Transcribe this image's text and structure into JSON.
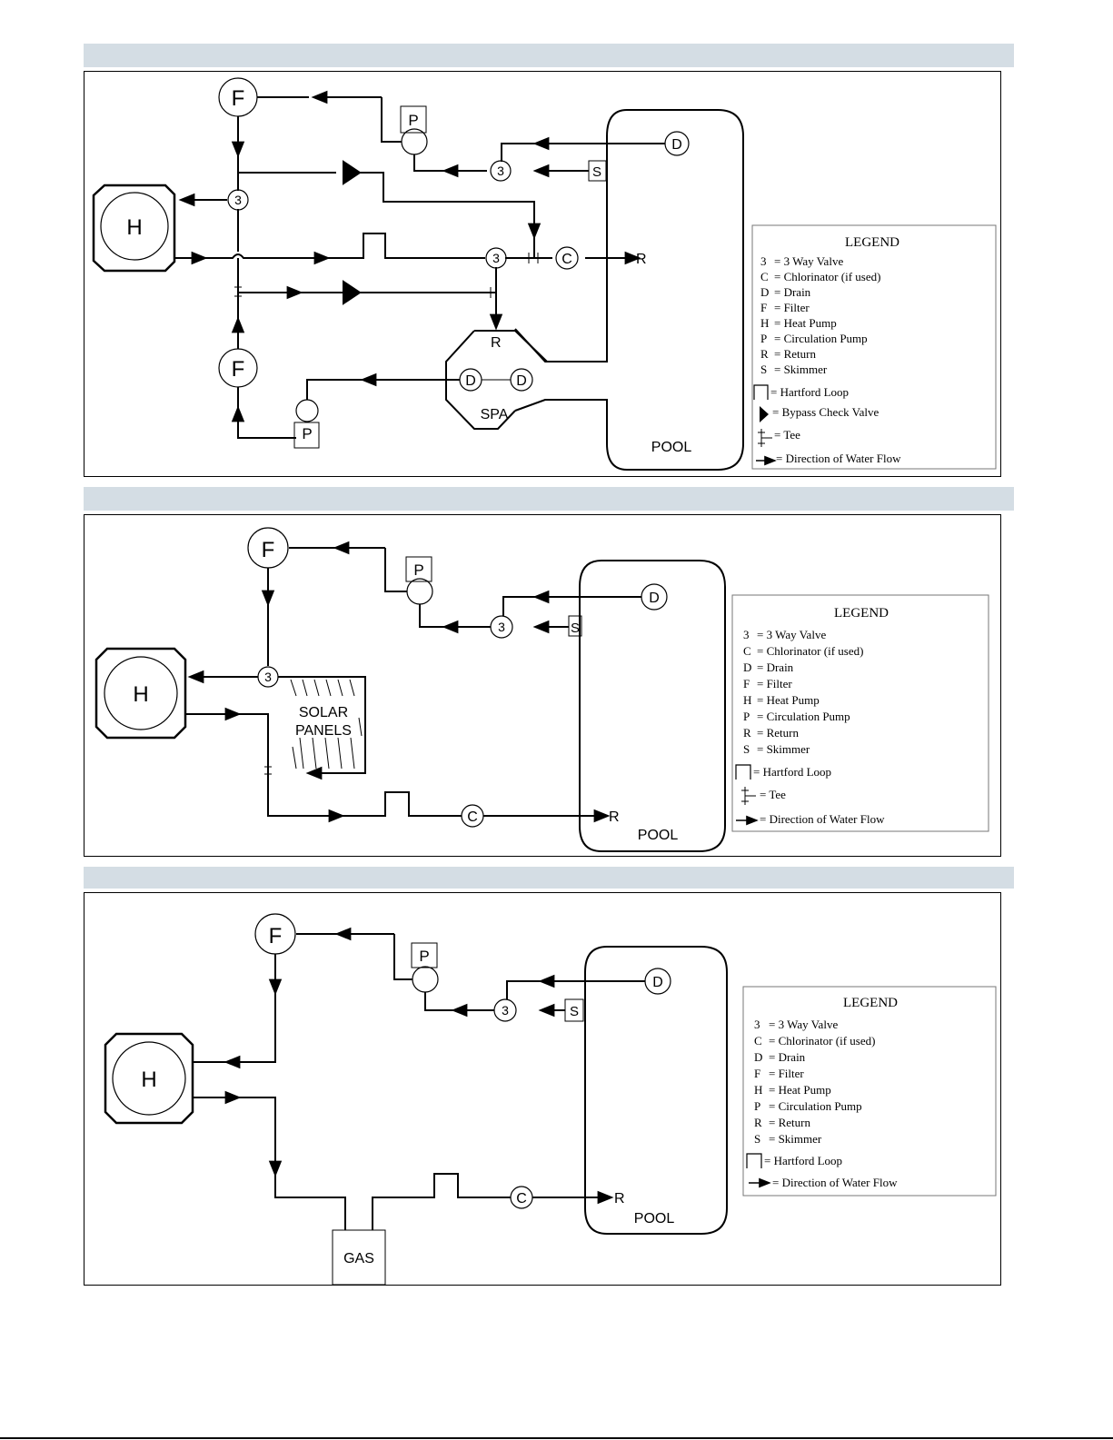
{
  "labels": {
    "filter": "F",
    "pump": "P",
    "heat": "H",
    "valve": "3",
    "drain": "D",
    "skimmer": "S",
    "chlor": "C",
    "ret": "R",
    "pool": "POOL",
    "spa": "SPA",
    "solar1": "SOLAR",
    "solar2": "PANELS",
    "gas": "GAS"
  },
  "legend": {
    "title": "LEGEND",
    "items": [
      {
        "key": "3",
        "text": "= 3 Way Valve"
      },
      {
        "key": "C",
        "text": "= Chlorinator (if used)"
      },
      {
        "key": "D",
        "text": "= Drain"
      },
      {
        "key": "F",
        "text": "= Filter"
      },
      {
        "key": "H",
        "text": "= Heat Pump"
      },
      {
        "key": "P",
        "text": "= Circulation Pump"
      },
      {
        "key": "R",
        "text": "= Return"
      },
      {
        "key": "S",
        "text": "= Skimmer"
      }
    ],
    "hartford": "= Hartford Loop",
    "bypass": "= Bypass Check Valve",
    "tee": "= Tee",
    "flow": "= Direction of Water Flow"
  }
}
